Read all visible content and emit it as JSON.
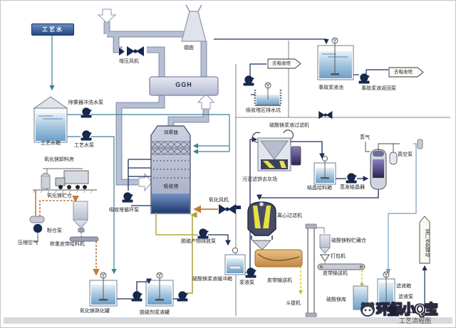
{
  "diagram": {
    "title": "工艺流程图",
    "watermark": "环保小Q宝",
    "ggh": "GGH"
  },
  "labels": {
    "process_water": "工艺水",
    "process_water_tank": "工艺水箱",
    "demister_flush_pump": "除雾器冲洗水泵",
    "process_water_pump": "工艺水泵",
    "mgo_unloading_house": "氧化镁卸料房",
    "mgo_silo": "氧化镁贮仓",
    "powder_silo_pump": "粉仓泵",
    "compressed_air": "压缩空气",
    "weighing_belt_feeder": "称重皮带给料机",
    "booster_fan": "增压风机",
    "stack": "烟囱",
    "demister": "除雾器",
    "absorber": "吸收塔",
    "absorber_circ_pump": "吸收塔循环泵",
    "oxidation_fan": "氧化风机",
    "to_absorber_1": "去吸收塔",
    "to_absorber_2": "去吸收塔",
    "drain_pit": "吸收塔区排水坑",
    "emergency_tank": "事故浆液池",
    "emergency_return_pump": "事故浆液返回泵",
    "filter_machine": "硫酸镁浆液过滤机",
    "sludge_cake": "污泥滤饼去灰场",
    "cryst_feed_box": "结晶给料箱",
    "evap_crystallizer": "蒸发结晶器",
    "steam": "蒸气",
    "vacuum_pump": "真空泵",
    "centrifugal_filter": "离心过滤机",
    "desulf_product_pump": "脱硫产物排放泵",
    "buffer_box": "硫酸镁浆液缓冲箱",
    "slurry_pump": "浆液泵",
    "belt_conveyor_1": "皮带输送机",
    "bucket_elevator": "斗提机",
    "mgso4_powder_silo": "硫酸镁粉贮藏仓",
    "packing_machine": "打包机",
    "belt_conveyor_2": "皮带输送机",
    "mgso4_warehouse": "硫酸镁库",
    "filtrate_tank": "滤液箱",
    "filtrate_pump": "滤液泵",
    "to_water_treatment": "至厂水处理站",
    "mgo_slaking_tank": "氧化镁熟化罐",
    "desulf_slurry_tank": "脱硫剂浆液罐"
  },
  "colors": {
    "gas_duct": "#b6c0d4",
    "slurry_line": "#1c2f5c",
    "water_line": "#3d7f99",
    "powder_line": "#c07a3a",
    "reagent_line": "#a8a23c",
    "condensate_line": "#6f9fc4",
    "label_box": "#24497e"
  }
}
